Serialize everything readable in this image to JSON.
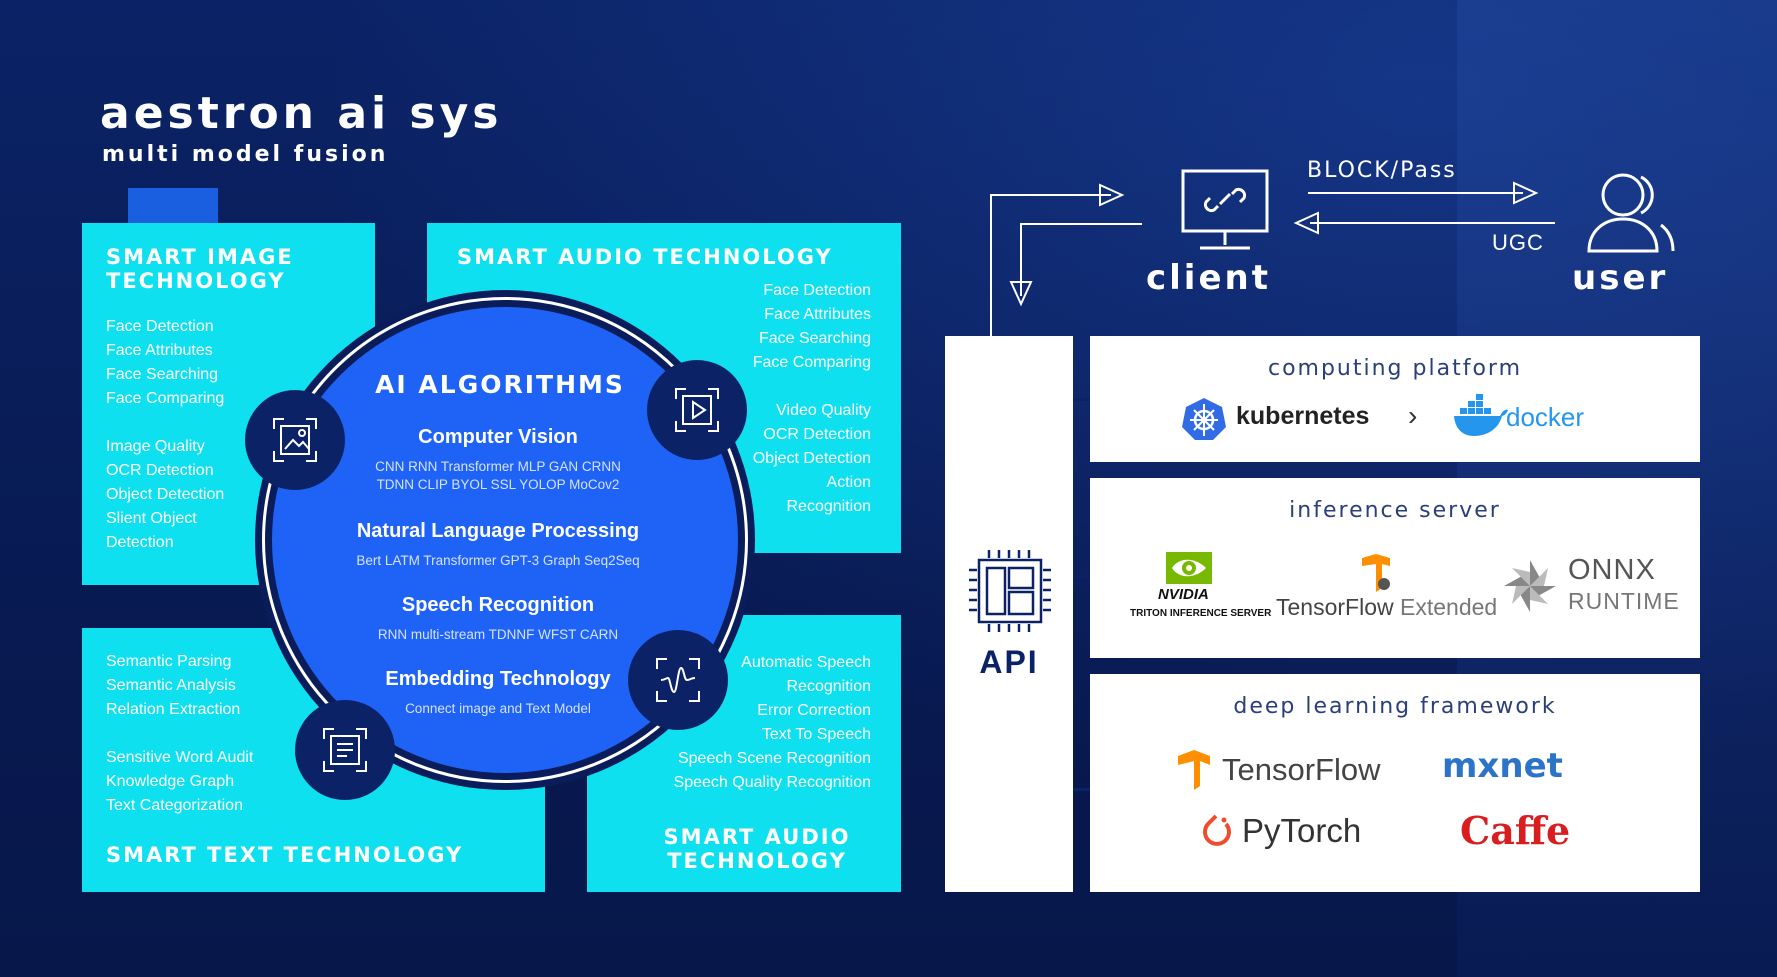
{
  "header": {
    "title": "aestron AI SYS",
    "subtitle": "multi model fusion"
  },
  "quadrants": {
    "image": {
      "title": "SMART IMAGE TECHNOLOGY",
      "items": [
        "Face Detection",
        "Face Attributes",
        "Face Searching",
        "Face Comparing",
        "",
        "Image Quality",
        "OCR Detection",
        "Object Detection",
        "Slient Object",
        "Detection"
      ]
    },
    "audio_top": {
      "title": "SMART AUDIO TECHNOLOGY",
      "items": [
        "Face Detection",
        "Face Attributes",
        "Face Searching",
        "Face Comparing",
        "",
        "Video Quality",
        "OCR Detection",
        "Object Detection",
        "Action",
        "Recognition"
      ]
    },
    "text": {
      "title": "SMART TEXT TECHNOLOGY",
      "items": [
        "Semantic Parsing",
        "Semantic Analysis",
        "Relation Extraction",
        "",
        "Sensitive Word Audit",
        "Knowledge Graph",
        "Text Categorization"
      ]
    },
    "audio_bottom": {
      "title": "SMART AUDIO TECHNOLOGY",
      "items": [
        "Automatic Speech",
        "Recognition",
        "Error Correction",
        "Text To Speech",
        "Speech Scene Recognition",
        "Speech Quality Recognition"
      ]
    }
  },
  "algorithms": {
    "title": "AI ALGORITHMS",
    "sections": [
      {
        "heading": "Computer Vision",
        "detail": "CNN RNN Transformer MLP GAN CRNN",
        "detail2": "TDNN CLIP BYOL SSL    YOLOP MoCov2"
      },
      {
        "heading": "Natural Language Processing",
        "detail": "Bert LATM Transformer GPT-3 Graph Seq2Seq"
      },
      {
        "heading": "Speech Recognition",
        "detail": "RNN multi-stream TDNNF WFST CARN"
      },
      {
        "heading": "Embedding Technology",
        "detail": "Connect image and Text Model"
      }
    ]
  },
  "flow": {
    "client_label": "client",
    "user_label": "user",
    "block_pass": "BLOCK/Pass",
    "ugc": "UGC",
    "api_label": "API"
  },
  "platform": {
    "computing": {
      "title": "computing platform",
      "logo1": "kubernetes",
      "arrow": "›",
      "logo2": "docker"
    },
    "inference": {
      "title": "inference server",
      "nvidia": "NVIDIA",
      "nvidia_sub": "TRITON INFERENCE SERVER",
      "tfx_a": "TensorFlow",
      "tfx_b": " Extended",
      "onnx1": "ONNX",
      "onnx2": "RUNTIME"
    },
    "deep": {
      "title": "Deep Learning framework",
      "tf": "TensorFlow",
      "mxnet": "mxnet",
      "pytorch": "PyTorch",
      "caffe": "Caffe"
    }
  },
  "colors": {
    "background": "#0a1d5a",
    "cyan": "#0ee0ef",
    "core_blue": "#1e63f5",
    "tf_orange": "#ff8f00",
    "caffe_red": "#d81e1e",
    "nvidia_green": "#76b900",
    "k8s_blue": "#326ce5",
    "docker_blue": "#2496ed"
  }
}
